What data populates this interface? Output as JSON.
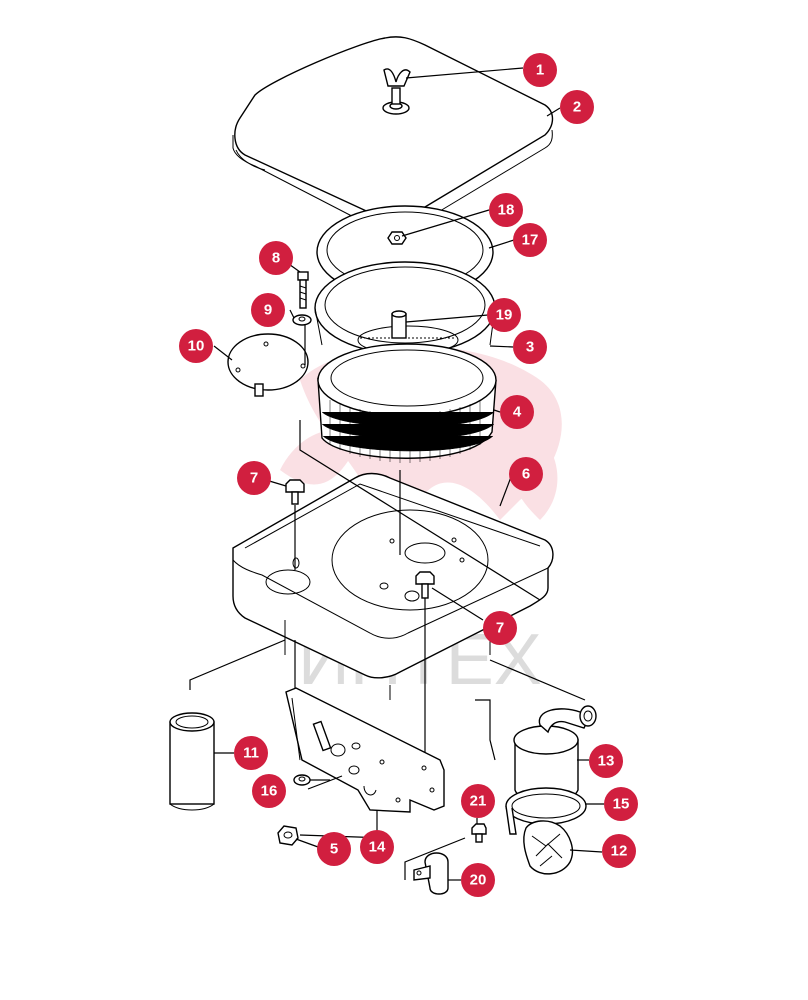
{
  "watermark": {
    "text": "ИНТЕХ",
    "logo": "intech-logo",
    "color": "#f4c9cf"
  },
  "callout_color": "#d11f3f",
  "callouts": [
    {
      "id": "c1",
      "label": "1"
    },
    {
      "id": "c2",
      "label": "2"
    },
    {
      "id": "c18",
      "label": "18"
    },
    {
      "id": "c17",
      "label": "17"
    },
    {
      "id": "c8",
      "label": "8"
    },
    {
      "id": "c9",
      "label": "9"
    },
    {
      "id": "c19",
      "label": "19"
    },
    {
      "id": "c10",
      "label": "10"
    },
    {
      "id": "c3",
      "label": "3"
    },
    {
      "id": "c4",
      "label": "4"
    },
    {
      "id": "c7a",
      "label": "7"
    },
    {
      "id": "c6",
      "label": "6"
    },
    {
      "id": "c7b",
      "label": "7"
    },
    {
      "id": "c11",
      "label": "11"
    },
    {
      "id": "c13",
      "label": "13"
    },
    {
      "id": "c16",
      "label": "16"
    },
    {
      "id": "c21",
      "label": "21"
    },
    {
      "id": "c15",
      "label": "15"
    },
    {
      "id": "c5",
      "label": "5"
    },
    {
      "id": "c14",
      "label": "14"
    },
    {
      "id": "c12",
      "label": "12"
    },
    {
      "id": "c20",
      "label": "20"
    }
  ]
}
